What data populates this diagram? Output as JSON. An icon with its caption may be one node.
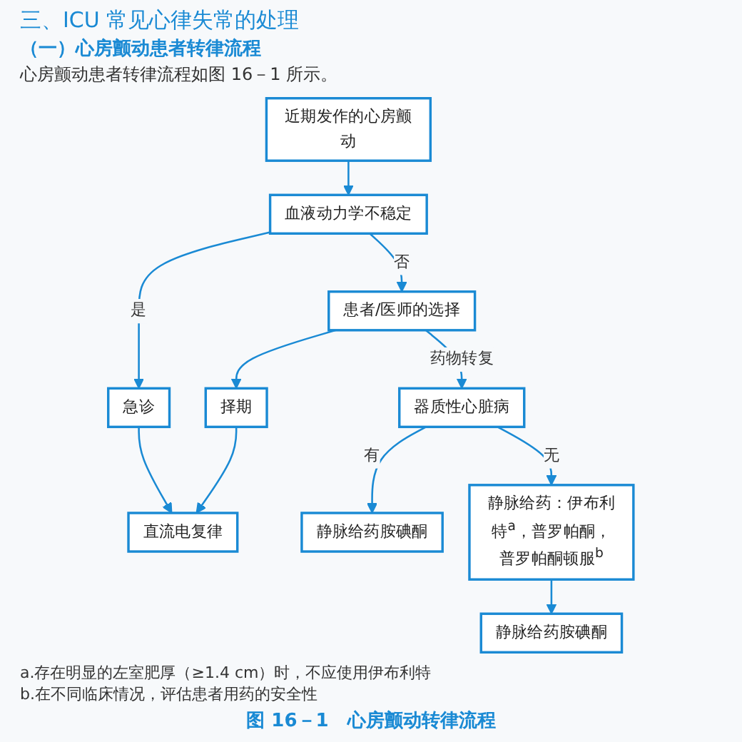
{
  "diagram": {
    "caption": "图 16－1　心房颤动转律流程",
    "nodes": [
      {
        "text": [
          "近期发作的心房颤动"
        ]
      },
      {
        "text": [
          "血液动力学不稳定"
        ]
      },
      {
        "text": [
          "患者/医师的选择"
        ]
      },
      {
        "text": [
          "器质性心脏病"
        ]
      },
      {
        "text": [
          "急诊"
        ]
      },
      {
        "text": [
          "择期"
        ]
      },
      {
        "text": [
          "静脉给药胺碘酮"
        ]
      },
      {
        "text": [
          "静脉给药：伊布利特$^{a}$，普罗帕酮，普罗帕酮顿服$^{b}$"
        ]
      },
      {
        "text": [
          "直流电复律"
        ]
      },
      {
        "text": [
          "静脉给药胺碘酮"
        ]
      }
    ],
    "edges": [
      {
        "from": 0,
        "to": 1,
        "arrow": "to"
      },
      {
        "from": 1,
        "to": 4,
        "arrow": "to",
        "label": "是"
      },
      {
        "from": 1,
        "to": 2,
        "arrow": "to",
        "label": "否"
      },
      {
        "from": 2,
        "to": 5,
        "arrow": "to"
      },
      {
        "from": 2,
        "to": 3,
        "arrow": "to",
        "label": "药物转复"
      },
      {
        "from": 3,
        "to": 6,
        "arrow": "to",
        "label": "有"
      },
      {
        "from": 3,
        "to": 7,
        "arrow": "to",
        "label": "无"
      },
      {
        "from": 4,
        "to": 8,
        "arrow": "to"
      },
      {
        "from": 5,
        "to": 8,
        "arrow": "to"
      },
      {
        "from": 7,
        "to": 9,
        "arrow": "to"
      }
    ],
    "labels": [
      "三、ICU 常见心律失常的处理",
      "（一）心房颤动患者转律流程",
      "心房颤动患者转律流程如图 16－1 所示。",
      "a.存在明显的左室肥厚（≥1.4 cm）时，不应使用伊布利特",
      "b.在不同临床情况，评估患者用药的安全性"
    ]
  }
}
